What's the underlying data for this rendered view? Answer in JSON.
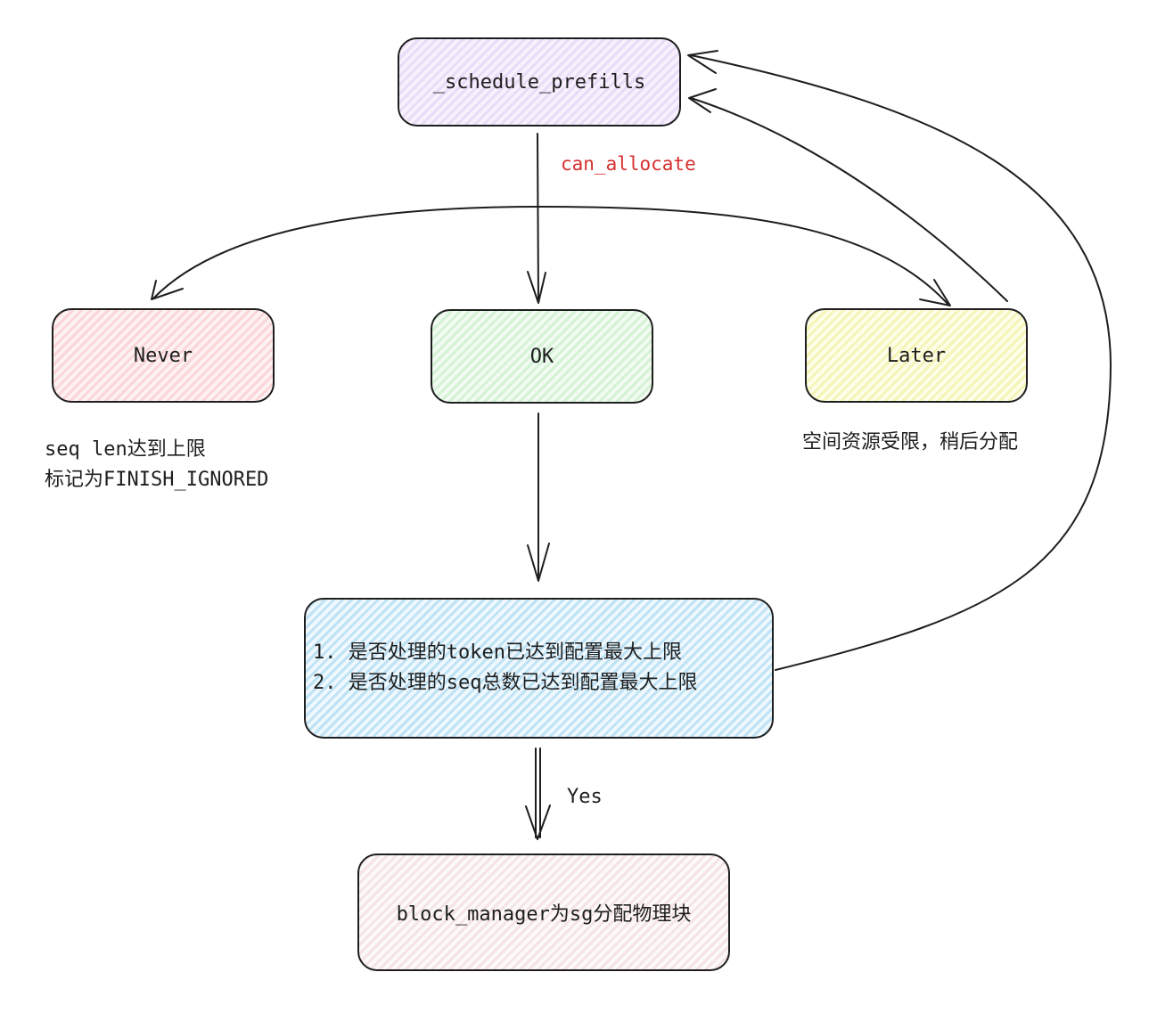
{
  "nodes": {
    "schedule": "_schedule_prefills",
    "never": "Never",
    "ok": "OK",
    "later": "Later",
    "check": [
      "1. 是否处理的token已达到配置最大上限",
      "2. 是否处理的seq总数已达到配置最大上限"
    ],
    "block": "block_manager为sg分配物理块"
  },
  "labels": {
    "can_allocate": "can_allocate",
    "never_note": [
      "seq len达到上限",
      "标记为FINISH_IGNORED"
    ],
    "later_note": "空间资源受限，稍后分配",
    "yes": "Yes"
  },
  "colors": {
    "stroke": "#1e1e1e",
    "red_text": "#d6302f",
    "schedule_fill": "#eadcf7",
    "never_fill": "#fbd6d8",
    "ok_fill": "#d4f2d6",
    "later_fill": "#f6f5b7",
    "check_fill": "#bfe3f5",
    "block_fill": "#f5e4e4"
  }
}
